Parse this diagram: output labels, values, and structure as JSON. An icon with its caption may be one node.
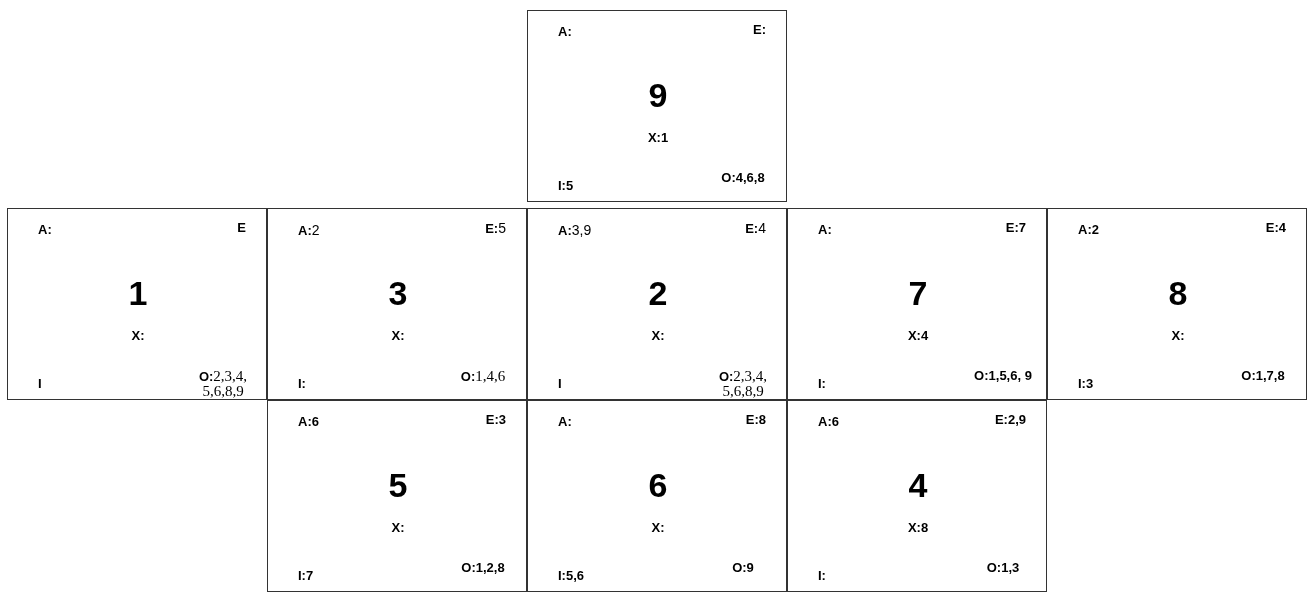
{
  "diagram": {
    "nodes": [
      {
        "text": [
          "A:",
          "E:",
          "9",
          "X:1",
          "I:5",
          "O:4,6,8"
        ]
      },
      {
        "text": [
          "A:",
          "E",
          "1",
          "X:",
          "I",
          "**O:**2,3,4, 5,6,8,9"
        ]
      },
      {
        "text": [
          "**A:**2",
          "**E:**5",
          "3",
          "X:",
          "I:",
          "**O:**1,4,6"
        ]
      },
      {
        "text": [
          "**A:**3,9",
          "**E:**4",
          "2",
          "X:",
          "I",
          "**O:**2,3,4, 5,6,8,9"
        ]
      },
      {
        "text": [
          "A:",
          "E:7",
          "7",
          "X:4",
          "I:",
          "O:1,5,6, 9"
        ]
      },
      {
        "text": [
          "A:2",
          "E:4",
          "8",
          "X:",
          "I:3",
          "O:1,7,8"
        ]
      },
      {
        "text": [
          "A:6",
          "E:3",
          "5",
          "X:",
          "I:7",
          "O:1,2,8"
        ]
      },
      {
        "text": [
          "A:",
          "E:8",
          "6",
          "X:",
          "I:5,6",
          "O:9"
        ]
      },
      {
        "text": [
          "A:6",
          "E:2,9",
          "4",
          "X:8",
          "I:",
          "O:1,3"
        ]
      }
    ]
  }
}
